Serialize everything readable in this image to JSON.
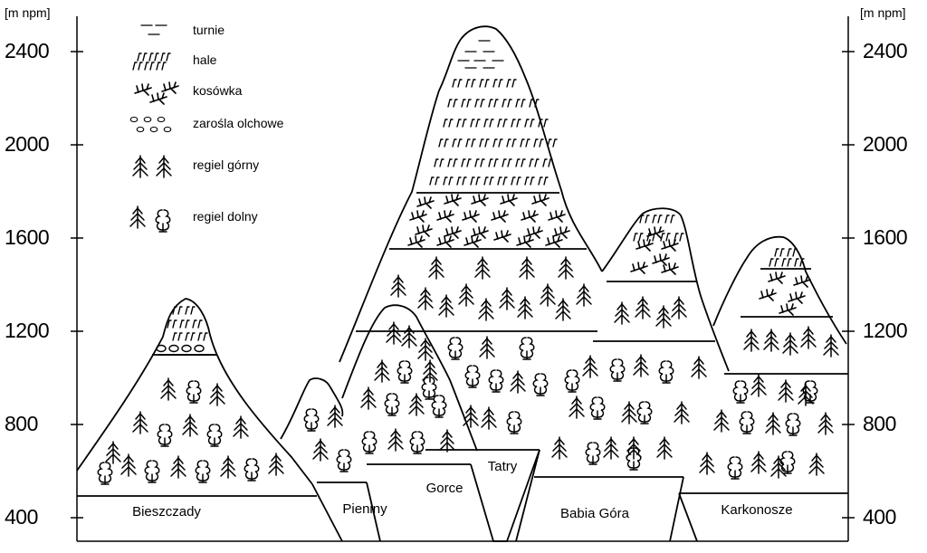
{
  "axis": {
    "unit": "[m npm]",
    "ticks": [
      2400,
      2000,
      1600,
      1200,
      800,
      400
    ]
  },
  "legend": [
    {
      "label": "turnie",
      "icon": "turnie-icon"
    },
    {
      "label": "hale",
      "icon": "hale-icon"
    },
    {
      "label": "kosówka",
      "icon": "kosowka-icon"
    },
    {
      "label": "zarośla olchowe",
      "icon": "zarosla-olchowe-icon"
    },
    {
      "label": "regiel górny",
      "icon": "regiel-gorny-icon"
    },
    {
      "label": "regiel dolny",
      "icon": "regiel-dolny-icon"
    }
  ],
  "ranges": [
    {
      "name": "Bieszczady"
    },
    {
      "name": "Pieniny"
    },
    {
      "name": "Gorce"
    },
    {
      "name": "Tatry"
    },
    {
      "name": "Babia Góra"
    },
    {
      "name": "Karkonosze"
    }
  ]
}
